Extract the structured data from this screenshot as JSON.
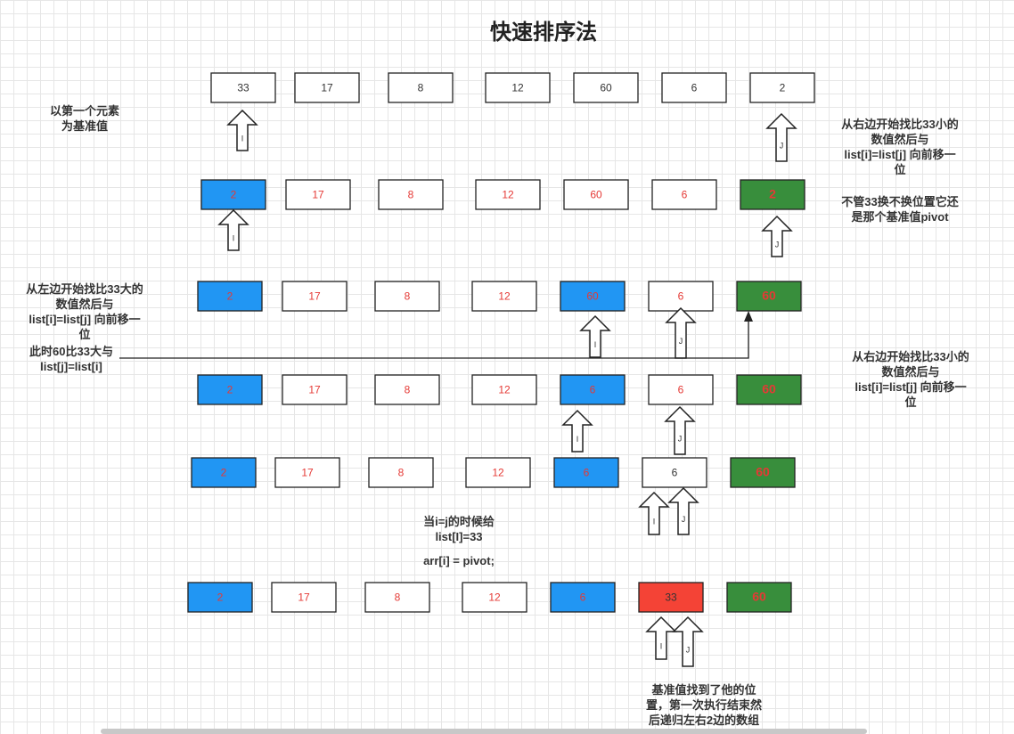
{
  "title": "快速排序法",
  "notes": {
    "pivot_first": "以第一个元素\n为基准值",
    "right_find_smaller": "从右边开始找比33小的\n数值然后与\nlist[i]=list[j] 向前移一\n位",
    "pivot_unchanged": "不管33换不换位置它还\n是那个基准值pivot",
    "left_find_larger": "从左边开始找比33大的\n数值然后与\nlist[i]=list[j] 向前移一\n位",
    "swap_60": "此时60比33大与\nlist[j]=list[i]",
    "right_find_smaller_2": "从右边开始找比33小的\n数值然后与\nlist[i]=list[j] 向前移一\n位",
    "i_equals_j": "当i=j的时候给\nlist[I]=33",
    "assign_pivot": "arr[i]  = pivot;",
    "conclusion": "基准值找到了他的位\n置，第一次执行结束然\n后递归左右2边的数组"
  },
  "colors": {
    "blue": "#2196F3",
    "green": "#388E3C",
    "red": "#F44336",
    "white": "#FFFFFF",
    "text_red": "#E53935",
    "text_gray": "#333333"
  },
  "rows": [
    {
      "cells": [
        {
          "value": "33",
          "fill": "white",
          "text": "gray"
        },
        {
          "value": "17",
          "fill": "white",
          "text": "gray"
        },
        {
          "value": "8",
          "fill": "white",
          "text": "gray"
        },
        {
          "value": "12",
          "fill": "white",
          "text": "gray"
        },
        {
          "value": "60",
          "fill": "white",
          "text": "gray"
        },
        {
          "value": "6",
          "fill": "white",
          "text": "gray"
        },
        {
          "value": "2",
          "fill": "white",
          "text": "gray"
        }
      ]
    },
    {
      "cells": [
        {
          "value": "2",
          "fill": "blue",
          "text": "red"
        },
        {
          "value": "17",
          "fill": "white",
          "text": "red"
        },
        {
          "value": "8",
          "fill": "white",
          "text": "red"
        },
        {
          "value": "12",
          "fill": "white",
          "text": "red"
        },
        {
          "value": "60",
          "fill": "white",
          "text": "red"
        },
        {
          "value": "6",
          "fill": "white",
          "text": "red"
        },
        {
          "value": "2",
          "fill": "green",
          "text": "red",
          "bold": true
        }
      ]
    },
    {
      "cells": [
        {
          "value": "2",
          "fill": "blue",
          "text": "red"
        },
        {
          "value": "17",
          "fill": "white",
          "text": "red"
        },
        {
          "value": "8",
          "fill": "white",
          "text": "red"
        },
        {
          "value": "12",
          "fill": "white",
          "text": "red"
        },
        {
          "value": "60",
          "fill": "blue",
          "text": "red"
        },
        {
          "value": "6",
          "fill": "white",
          "text": "red"
        },
        {
          "value": "60",
          "fill": "green",
          "text": "red",
          "bold": true
        }
      ]
    },
    {
      "cells": [
        {
          "value": "2",
          "fill": "blue",
          "text": "red"
        },
        {
          "value": "17",
          "fill": "white",
          "text": "red"
        },
        {
          "value": "8",
          "fill": "white",
          "text": "red"
        },
        {
          "value": "12",
          "fill": "white",
          "text": "red"
        },
        {
          "value": "6",
          "fill": "blue",
          "text": "red"
        },
        {
          "value": "6",
          "fill": "white",
          "text": "red"
        },
        {
          "value": "60",
          "fill": "green",
          "text": "red",
          "bold": true
        }
      ]
    },
    {
      "cells": [
        {
          "value": "2",
          "fill": "blue",
          "text": "red"
        },
        {
          "value": "17",
          "fill": "white",
          "text": "red"
        },
        {
          "value": "8",
          "fill": "white",
          "text": "red"
        },
        {
          "value": "12",
          "fill": "white",
          "text": "red"
        },
        {
          "value": "6",
          "fill": "blue",
          "text": "red"
        },
        {
          "value": "6",
          "fill": "white",
          "text": "gray"
        },
        {
          "value": "60",
          "fill": "green",
          "text": "red",
          "bold": true
        }
      ]
    },
    {
      "cells": [
        {
          "value": "2",
          "fill": "blue",
          "text": "red"
        },
        {
          "value": "17",
          "fill": "white",
          "text": "red"
        },
        {
          "value": "8",
          "fill": "white",
          "text": "red"
        },
        {
          "value": "12",
          "fill": "white",
          "text": "red"
        },
        {
          "value": "6",
          "fill": "blue",
          "text": "red"
        },
        {
          "value": "33",
          "fill": "red",
          "text": "gray"
        },
        {
          "value": "60",
          "fill": "green",
          "text": "red",
          "bold": true
        }
      ]
    }
  ],
  "pointers": [
    {
      "label": "I",
      "row": 0
    },
    {
      "label": "J",
      "row": 0
    },
    {
      "label": "I",
      "row": 1
    },
    {
      "label": "J",
      "row": 1
    },
    {
      "label": "I",
      "row": 2
    },
    {
      "label": "J",
      "row": 2
    },
    {
      "label": "I",
      "row": 3
    },
    {
      "label": "J",
      "row": 3
    },
    {
      "label": "I",
      "row": 4
    },
    {
      "label": "J",
      "row": 4
    },
    {
      "label": "I",
      "row": 5
    },
    {
      "label": "J",
      "row": 5
    }
  ]
}
